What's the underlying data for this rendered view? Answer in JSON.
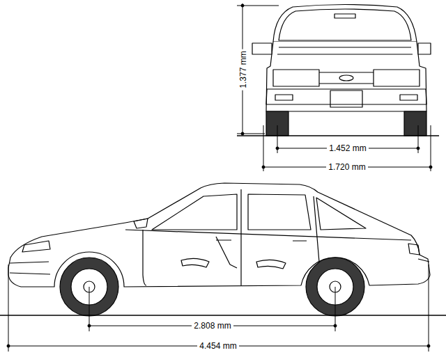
{
  "diagram": {
    "labels": [
      "1.377 mm",
      "1.452 mm",
      "1.720 mm",
      "2.808 mm",
      "4.454 mm"
    ]
  }
}
